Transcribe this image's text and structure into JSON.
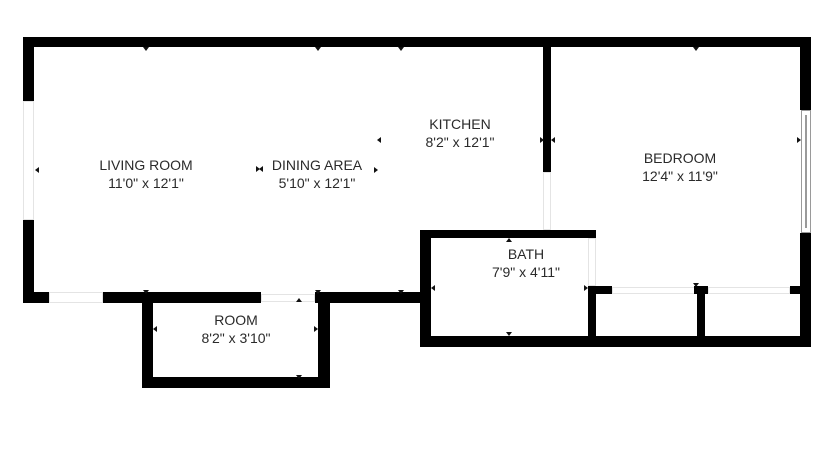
{
  "floor_plan": {
    "colors": {
      "wall": "#000000",
      "background": "#ffffff",
      "text": "#2a2a2a",
      "opening": "#e4e4e4"
    },
    "rooms": [
      {
        "id": "living-room",
        "name": "LIVING ROOM",
        "dims": "11'0\" x 12'1\""
      },
      {
        "id": "dining-area",
        "name": "DINING AREA",
        "dims": "5'10\" x 12'1\""
      },
      {
        "id": "kitchen",
        "name": "KITCHEN",
        "dims": "8'2\" x 12'1\""
      },
      {
        "id": "bedroom",
        "name": "BEDROOM",
        "dims": "12'4\" x 11'9\""
      },
      {
        "id": "bath",
        "name": "BATH",
        "dims": "7'9\" x 4'11\""
      },
      {
        "id": "room",
        "name": "ROOM",
        "dims": "8'2\" x 3'10\""
      }
    ]
  }
}
